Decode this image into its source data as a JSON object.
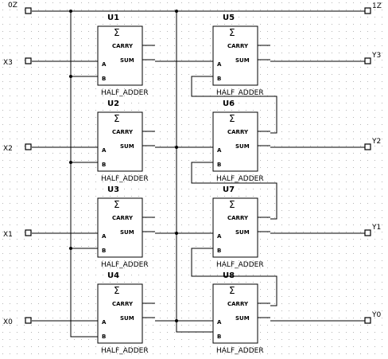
{
  "ports": {
    "in_oz": "0Z",
    "in_x3": "X3",
    "in_x2": "X2",
    "in_x1": "X1",
    "in_x0": "X0",
    "out_1z": "1Z",
    "out_y3": "Y3",
    "out_y2": "Y2",
    "out_y1": "Y1",
    "out_y0": "Y0"
  },
  "parts": {
    "u1": {
      "ref": "U1",
      "type": "HALF_ADDER"
    },
    "u2": {
      "ref": "U2",
      "type": "HALF_ADDER"
    },
    "u3": {
      "ref": "U3",
      "type": "HALF_ADDER"
    },
    "u4": {
      "ref": "U4",
      "type": "HALF_ADDER"
    },
    "u5": {
      "ref": "U5",
      "type": "HALF_ADDER"
    },
    "u6": {
      "ref": "U6",
      "type": "HALF_ADDER"
    },
    "u7": {
      "ref": "U7",
      "type": "HALF_ADDER"
    },
    "u8": {
      "ref": "U8",
      "type": "HALF_ADDER"
    }
  },
  "pins": {
    "sigma": "Σ",
    "carry": "CARRY",
    "sum": "SUM",
    "a": "A",
    "b": "B"
  },
  "colors": {
    "background": "#ffffff",
    "grid_dot": "#b5b5b5",
    "ink": "#000000"
  }
}
